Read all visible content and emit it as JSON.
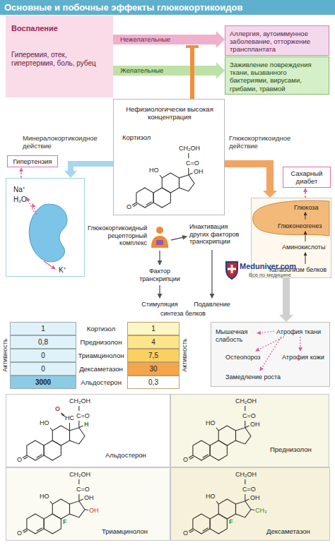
{
  "diagram": {
    "title": "Основные и побочные эффекты глюкокортикоидов",
    "nodes": [
      {
        "text": [
          "Воспаление",
          "Гиперемия, отек, гипертермия, боль, рубец"
        ]
      },
      {
        "text": [
          "Аллергия, аутоиммунное заболевание, отторжение трансплантата"
        ]
      },
      {
        "text": [
          "Заживление повреждения ткани, вызванного бактериями, вирусами, грибами, травмой"
        ]
      },
      {
        "text": [
          "Нефизиологически высокая концентрация",
          "Кортизол"
        ]
      },
      {
        "text": [
          "Гипертензия"
        ]
      },
      {
        "text": [
          "Na⁺",
          "H₂O",
          "K⁺"
        ]
      },
      {
        "text": [
          "Сахарный диабет"
        ]
      },
      {
        "text": [
          "Глюкоза",
          "Глюконеогенез",
          "Аминокислоты",
          "Катаболизм белков"
        ]
      },
      {
        "text": [
          "Мышечная слабость",
          "Атрофия ткани",
          "Остеопороз",
          "Атрофия кожи",
          "Замедление роста"
        ]
      },
      {
        "text": [
          "Альдостерон"
        ]
      },
      {
        "text": [
          "Преднизолон"
        ]
      },
      {
        "text": [
          "Триамцинолон"
        ]
      },
      {
        "text": [
          "Дексаметазон"
        ]
      }
    ],
    "edges": [
      {
        "from": 0,
        "to": 1,
        "arrow": "to",
        "label": "Нежелательные"
      },
      {
        "from": 0,
        "to": 2,
        "arrow": "to",
        "label": "Желательные"
      },
      {
        "from": 3,
        "to": 5,
        "arrow": "to",
        "label": "Минералокортикоидное действие"
      },
      {
        "from": 3,
        "to": 7,
        "arrow": "to",
        "label": "Глюкокортикоидное действие"
      },
      {
        "from": 5,
        "to": 4,
        "arrow": "to"
      },
      {
        "from": 7,
        "to": 6,
        "arrow": "to"
      },
      {
        "from": 7,
        "to": 8,
        "arrow": "to"
      }
    ],
    "labels": [
      "CH₂OH",
      "C=O",
      "OH",
      "HO",
      "O",
      "Глюкокортикоидный рецепторный комплекс",
      "Инактивация других факторов транскрипции",
      "Фактор транскрипции",
      "Стимуляция",
      "Подавление",
      "синтеза белков",
      "Meduniver.com",
      "Все по медицине",
      "Активность",
      "Активность",
      "1",
      "0,8",
      "0",
      "0",
      "3000",
      "Кортизол",
      "Преднизолон",
      "Триамцинолон",
      "Дексаметазон",
      "Альдостерон",
      "1",
      "4",
      "7,5",
      "30",
      "0,3",
      "CH₂OH",
      "C=O",
      "O",
      "HC",
      "HO",
      "H",
      "O",
      "CH₂OH",
      "C=O",
      "OH",
      "HO",
      "O",
      "CH₂OH",
      "C=O",
      "OH",
      "HO",
      "OH",
      "F",
      "O",
      "CH₂OH",
      "C=O",
      "OH",
      "HO",
      "CH₃",
      "F",
      "O"
    ]
  }
}
